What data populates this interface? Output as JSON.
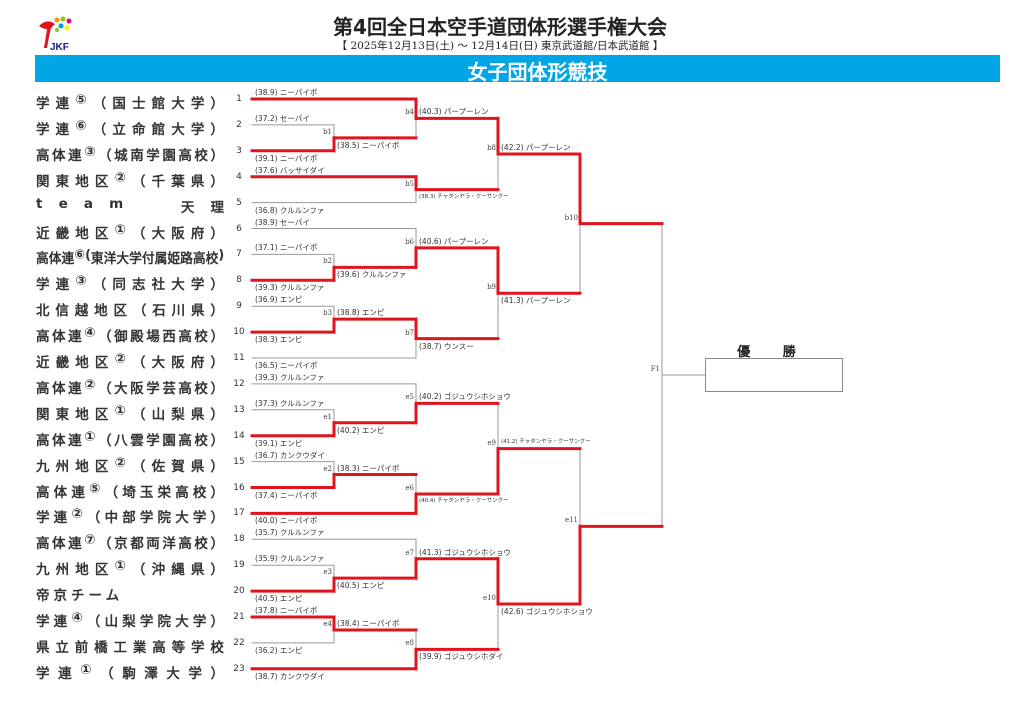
{
  "header": {
    "title": "第4回全日本空手道団体形選手権大会",
    "subtitle": "【 2025年12月13日(土) ～ 12月14日(日)  東京武道館/日本武道館 】",
    "event": "女子団体形競技",
    "logo_text": "JKF"
  },
  "colors": {
    "accent": "#00a6e6",
    "winner_line": "#e0141e",
    "line": "#999999"
  },
  "champion_label": "優 勝",
  "teams": [
    {
      "seed": "1",
      "name": "学連⑤（国士館大学）",
      "result": "(38.9) ニーパイポ"
    },
    {
      "seed": "2",
      "name": "学連⑥（立命館大学）",
      "result": "(37.2) セーパイ"
    },
    {
      "seed": "3",
      "name": "高体連③（城南学園高校）",
      "result": "(39.1) ニーパイポ"
    },
    {
      "seed": "4",
      "name": "関東地区②（千葉県）",
      "result": "(37.6) バッサイダイ"
    },
    {
      "seed": "5",
      "name": "team  天理",
      "result": "(36.8) クルルンファ"
    },
    {
      "seed": "6",
      "name": "近畿地区①（大阪府）",
      "result": "(38.9) セーパイ"
    },
    {
      "seed": "7",
      "name": "高体連⑥(東洋大学付属姫路高校)",
      "result": "(37.1) ニーパイポ"
    },
    {
      "seed": "8",
      "name": "学連③（同志社大学）",
      "result": "(39.3) クルルンファ"
    },
    {
      "seed": "9",
      "name": "北信越地区（石川県）",
      "result": "(36.9) エンピ"
    },
    {
      "seed": "10",
      "name": "高体連④（御殿場西高校）",
      "result": "(38.3) エンピ"
    },
    {
      "seed": "11",
      "name": "近畿地区②（大阪府）",
      "result": "(36.5) ニーパイポ"
    },
    {
      "seed": "12",
      "name": "高体連②（大阪学芸高校）",
      "result": "(39.3) クルルンファ"
    },
    {
      "seed": "13",
      "name": "関東地区①（山梨県）",
      "result": "(37.3) クルルンファ"
    },
    {
      "seed": "14",
      "name": "高体連①（八雲学園高校）",
      "result": "(39.1) エンピ"
    },
    {
      "seed": "15",
      "name": "九州地区②（佐賀県）",
      "result": "(36.7) カンクウダイ"
    },
    {
      "seed": "16",
      "name": "高体連⑤（埼玉栄高校）",
      "result": "(37.4) ニーパイポ"
    },
    {
      "seed": "17",
      "name": "学連②（中部学院大学）",
      "result": "(40.0) ニーパイポ"
    },
    {
      "seed": "18",
      "name": "高体連⑦（京都両洋高校）",
      "result": "(35.7) クルルンファ"
    },
    {
      "seed": "19",
      "name": "九州地区①（沖縄県）",
      "result": "(35.9) クルルンファ"
    },
    {
      "seed": "20",
      "name": "帝京チーム",
      "result": "(40.5) エンピ"
    },
    {
      "seed": "21",
      "name": "学連④（山梨学院大学）",
      "result": "(37.8) ニーパイポ"
    },
    {
      "seed": "22",
      "name": "県立前橋工業高等学校",
      "result": "(36.2) エンピ"
    },
    {
      "seed": "23",
      "name": "学連①（駒澤大学）",
      "result": "(38.7) カンクウダイ"
    }
  ],
  "matches": [
    {
      "id": "b1",
      "round": 1,
      "top": "t2",
      "bottom": "t3",
      "winner": "bottom",
      "result": "(38.5) ニーパイポ"
    },
    {
      "id": "b4",
      "round": 2,
      "top": "t1",
      "bottom": "b1",
      "winner": "top",
      "result": "(40.3) パープーレン"
    },
    {
      "id": "b5",
      "round": 2,
      "top": "t4",
      "bottom": "t5",
      "winner": "top",
      "result": "(38.3) チャタンヤラ・クーサンクー"
    },
    {
      "id": "b8",
      "round": 3,
      "top": "b4",
      "bottom": "b5",
      "winner": "top",
      "result": "(42.2) パープーレン"
    },
    {
      "id": "b2",
      "round": 1,
      "top": "t7",
      "bottom": "t8",
      "winner": "bottom",
      "result": "(39.6) クルルンファ"
    },
    {
      "id": "b6",
      "round": 2,
      "top": "t6",
      "bottom": "b2",
      "winner": "bottom",
      "result": "(40.6) パープーレン"
    },
    {
      "id": "b3",
      "round": 1,
      "top": "t9",
      "bottom": "t10",
      "winner": "bottom",
      "result": "(38.8) エンピ"
    },
    {
      "id": "b7",
      "round": 2,
      "top": "b3",
      "bottom": "t11",
      "winner": "top",
      "result": "(38.7) ウンスー"
    },
    {
      "id": "b9",
      "round": 3,
      "top": "b6",
      "bottom": "b7",
      "winner": "top",
      "result": "(41.3) パープーレン"
    },
    {
      "id": "b10",
      "round": 4,
      "top": "b8",
      "bottom": "b9",
      "winner": "top",
      "result": ""
    },
    {
      "id": "e1",
      "round": 1,
      "top": "t13",
      "bottom": "t14",
      "winner": "bottom",
      "result": "(40.2) エンピ"
    },
    {
      "id": "e5",
      "round": 2,
      "top": "t12",
      "bottom": "e1",
      "winner": "bottom",
      "result": "(40.2) ゴジュウシホショウ"
    },
    {
      "id": "e2",
      "round": 1,
      "top": "t15",
      "bottom": "t16",
      "winner": "bottom",
      "result": "(38.3) ニーパイポ"
    },
    {
      "id": "e6",
      "round": 2,
      "top": "e2",
      "bottom": "t17",
      "winner": "bottom",
      "result": "(40.4) チャタンヤラ・クーサンクー"
    },
    {
      "id": "e9",
      "round": 3,
      "top": "e5",
      "bottom": "e6",
      "winner": "bottom",
      "result": "(41.2) チャタンヤラ・クーサンクー"
    },
    {
      "id": "e3",
      "round": 1,
      "top": "t19",
      "bottom": "t20",
      "winner": "bottom",
      "result": "(40.5) エンピ"
    },
    {
      "id": "e7",
      "round": 2,
      "top": "t18",
      "bottom": "e3",
      "winner": "bottom",
      "result": "(41.3) ゴジュウシホショウ"
    },
    {
      "id": "e4",
      "round": 1,
      "top": "t21",
      "bottom": "t22",
      "winner": "top",
      "result": "(38.4) ニーパイポ"
    },
    {
      "id": "e8",
      "round": 2,
      "top": "e4",
      "bottom": "t23",
      "winner": "bottom",
      "result": "(39.9) ゴジュウシホダイ"
    },
    {
      "id": "e10",
      "round": 3,
      "top": "e7",
      "bottom": "e8",
      "winner": "top",
      "result": "(42.6) ゴジュウシホショウ"
    },
    {
      "id": "e11",
      "round": 4,
      "top": "e9",
      "bottom": "e10",
      "winner": "bottom",
      "result": ""
    },
    {
      "id": "F1",
      "round": 5,
      "top": "b10",
      "bottom": "e11",
      "winner": null,
      "result": ""
    }
  ]
}
